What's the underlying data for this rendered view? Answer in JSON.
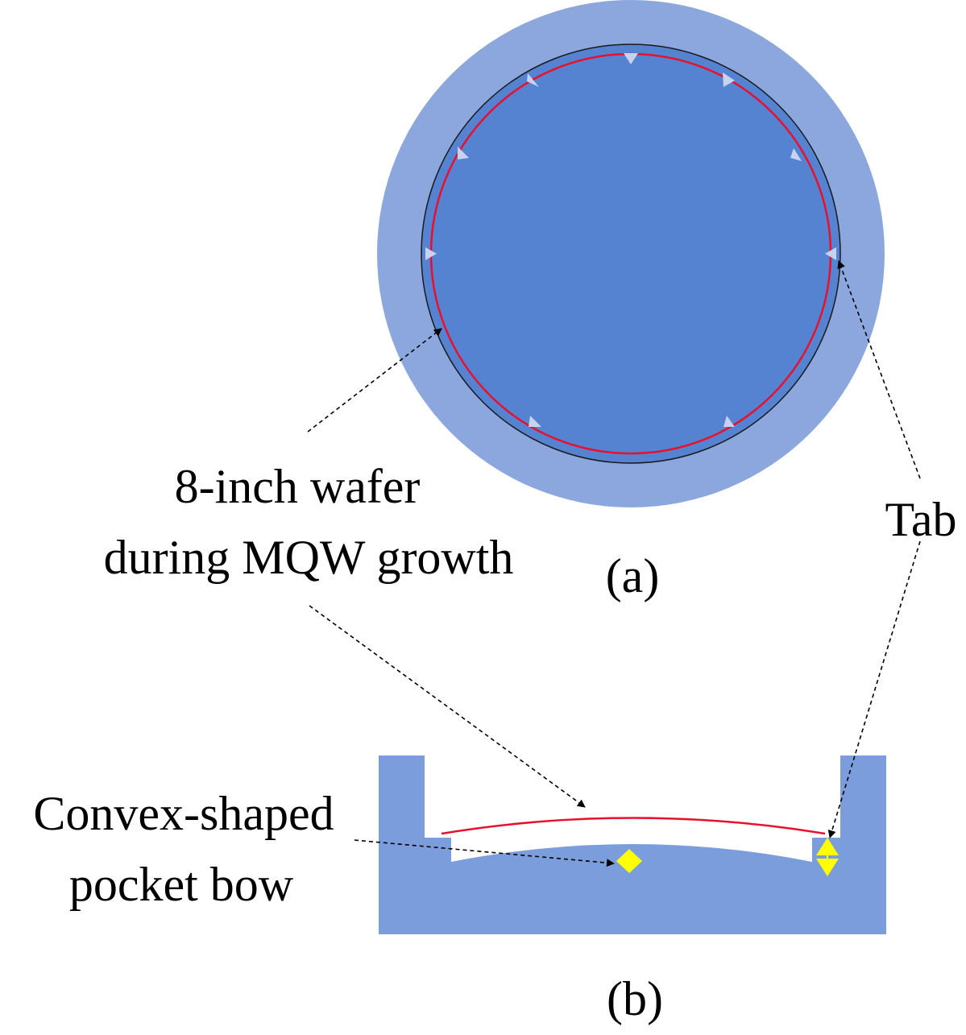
{
  "labels": {
    "wafer_line1": "8-inch wafer",
    "wafer_line2": "during MQW growth",
    "tab": "Tab",
    "caption_a": "(a)",
    "pocket_line1": "Convex-shaped",
    "pocket_line2": "pocket bow",
    "caption_b": "(b)"
  },
  "colors": {
    "susceptor_outer": "#8ba7de",
    "pocket_fill": "#5683d1",
    "wafer_edge": "#e8112d",
    "cross_section": "#7b9ddb",
    "bow_marker": "#ffff00",
    "outline": "#1a1a1a",
    "tab_mark": "#c6d2ee"
  }
}
